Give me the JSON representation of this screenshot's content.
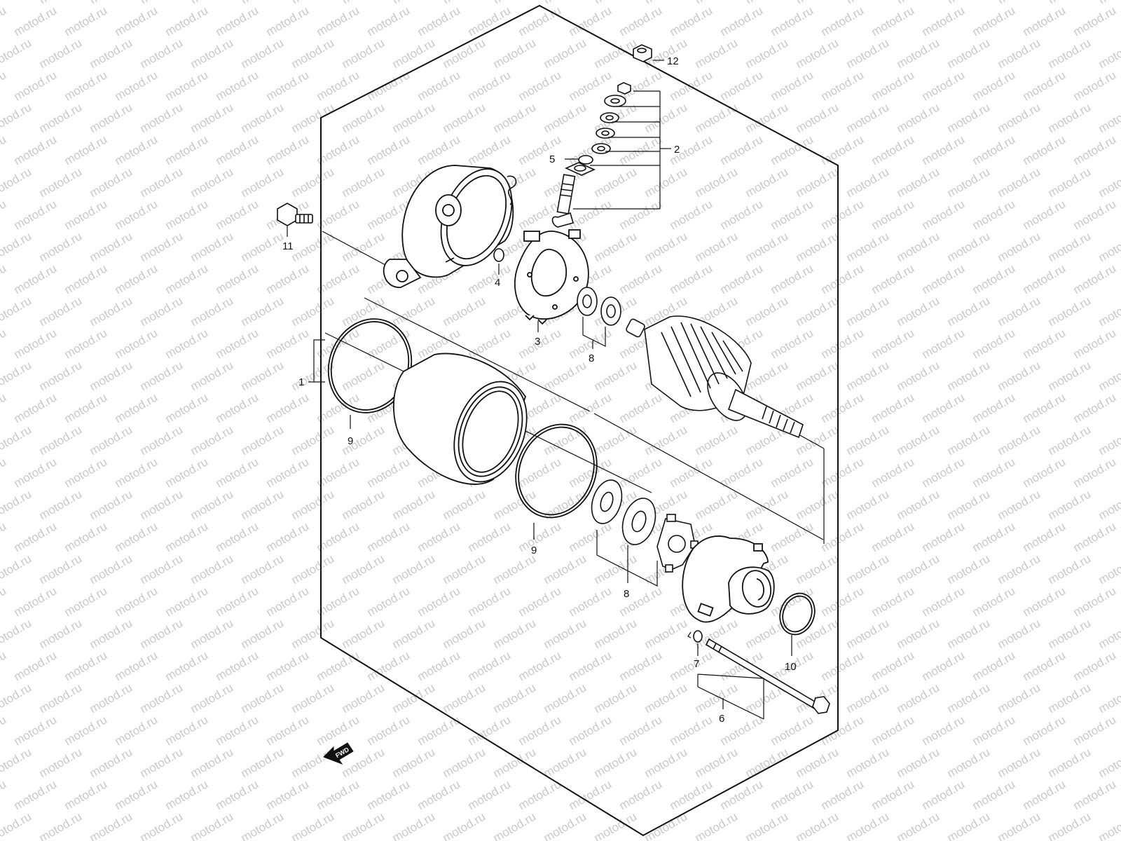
{
  "watermark": {
    "text": "motod.ru",
    "color": "#c9c9c9"
  },
  "fwd_label": "FWD",
  "line_color": "#111111",
  "callouts": {
    "p1": "1",
    "p2": "2",
    "p3": "3",
    "p4": "4",
    "p5": "5",
    "p6": "6",
    "p7": "7",
    "p8a": "8",
    "p8b": "8",
    "p9a": "9",
    "p9b": "9",
    "p10": "10",
    "p11": "11",
    "p12": "12"
  },
  "parts": [
    "rear-housing",
    "brush-plate",
    "brush-spring",
    "terminal-bolt",
    "terminal-washer-set",
    "o-ring",
    "yoke",
    "armature",
    "o-ring-yoke",
    "thrust-washers-rear",
    "thrust-washers-front",
    "lock-plate",
    "front-housing",
    "o-ring-front",
    "through-bolt",
    "mounting-bolt",
    "nut",
    "fwd-arrow-icon"
  ]
}
